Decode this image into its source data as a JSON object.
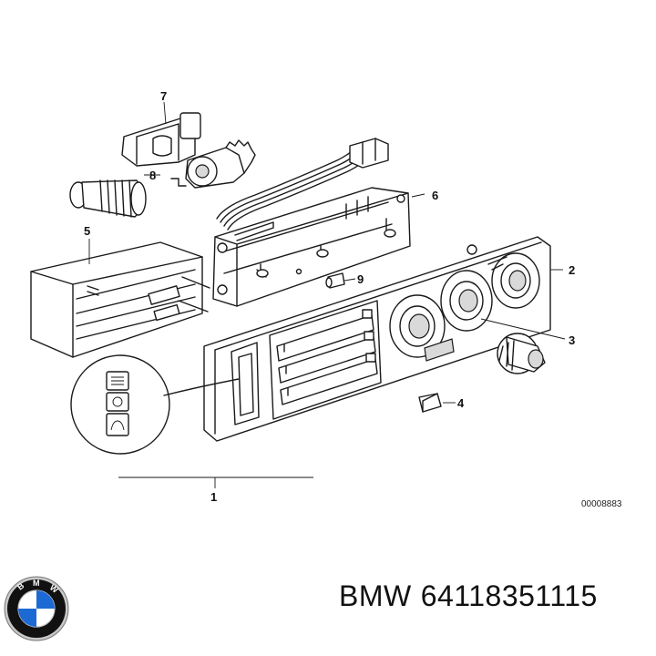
{
  "callouts": [
    "1",
    "2",
    "3",
    "4",
    "5",
    "6",
    "7",
    "8",
    "9"
  ],
  "diagram_code": "00008883",
  "caption": {
    "brand": "BMW",
    "part_number": "64118351115"
  },
  "logo": {
    "name": "bmw-roundel",
    "letters": "BMW",
    "colors": {
      "blue": "#1c69d4",
      "white": "#ffffff",
      "ring": "#111111",
      "chrome": "#c8c8c8"
    }
  }
}
